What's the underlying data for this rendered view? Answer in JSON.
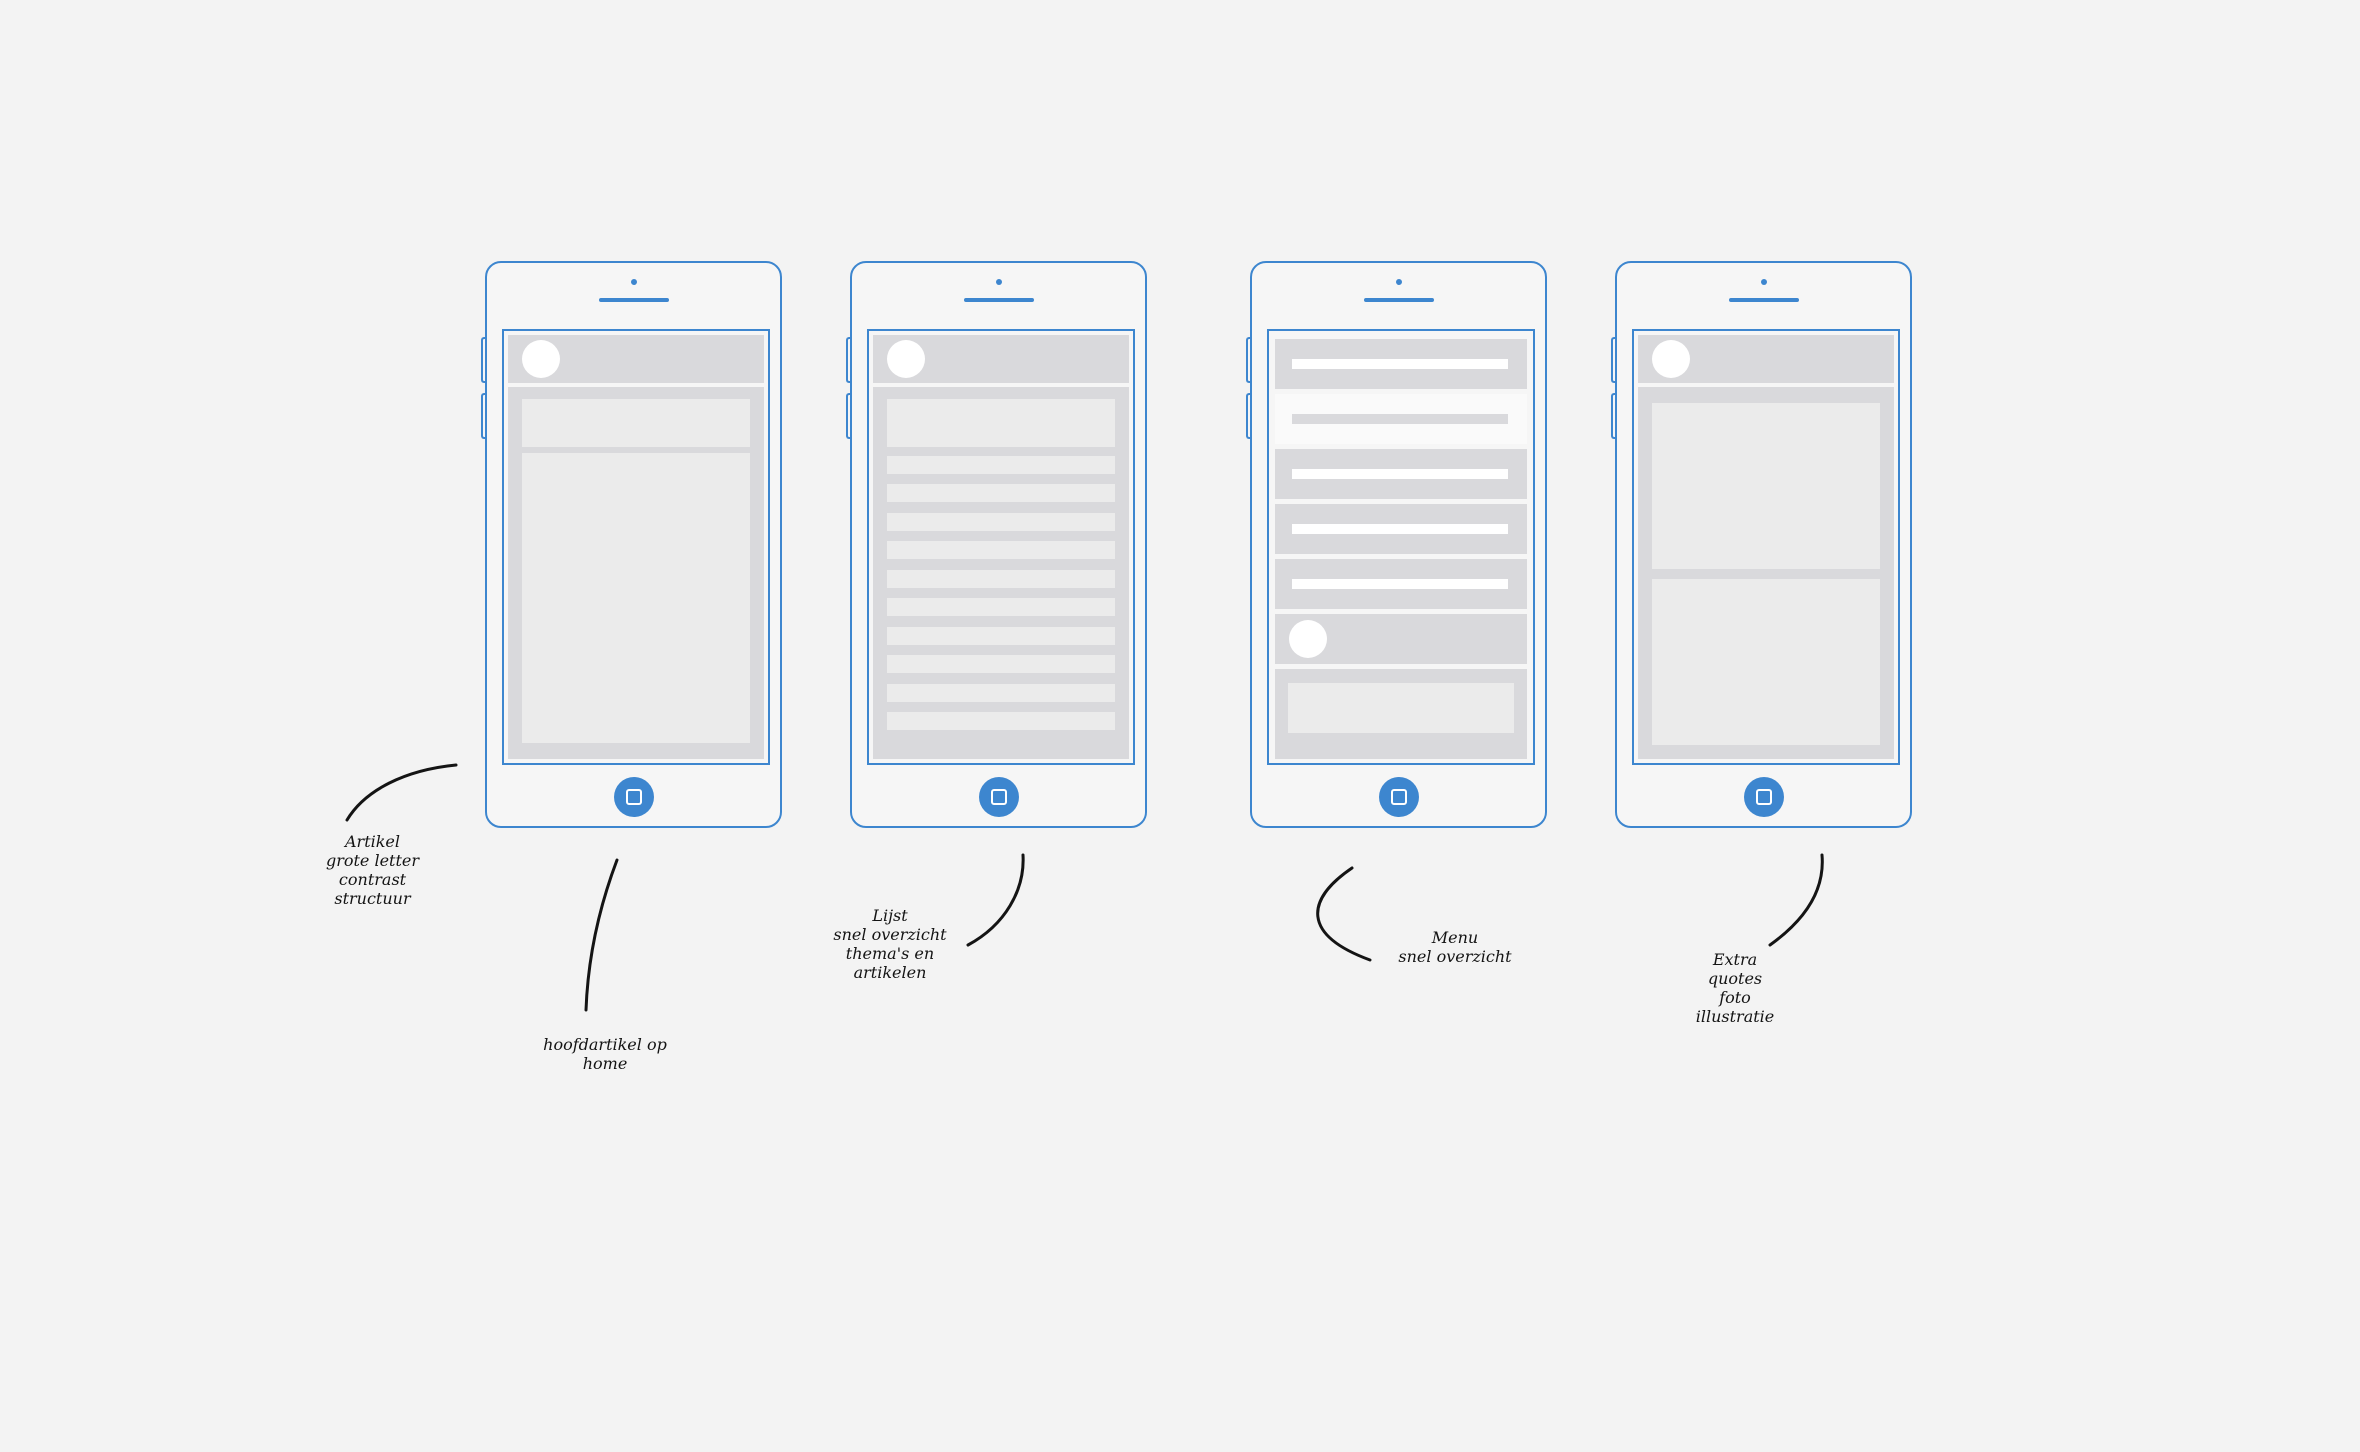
{
  "colors": {
    "background": "#f3f3f3",
    "device_outline": "#3d86cf",
    "placeholder_dark": "#d9d9dc",
    "placeholder_light": "#ebebeb",
    "ink": "#141414"
  },
  "phones": [
    {
      "id": "artikel",
      "layout": "header-hero-article"
    },
    {
      "id": "lijst",
      "layout": "header-list"
    },
    {
      "id": "menu",
      "layout": "menu-list"
    },
    {
      "id": "extra",
      "layout": "header-two-blocks"
    }
  ],
  "annotations": {
    "artikel": {
      "title": "Artikel",
      "lines": [
        "grote letter",
        "contrast",
        "structuur"
      ]
    },
    "home": {
      "lines": [
        "hoofdartikel op",
        "home"
      ]
    },
    "lijst": {
      "title": "Lijst",
      "lines": [
        "snel overzicht",
        "thema's en",
        "artikelen"
      ]
    },
    "menu": {
      "title": "Menu",
      "lines": [
        "snel overzicht"
      ]
    },
    "extra": {
      "title": "Extra",
      "lines": [
        "quotes",
        "foto",
        "illustratie"
      ]
    }
  }
}
